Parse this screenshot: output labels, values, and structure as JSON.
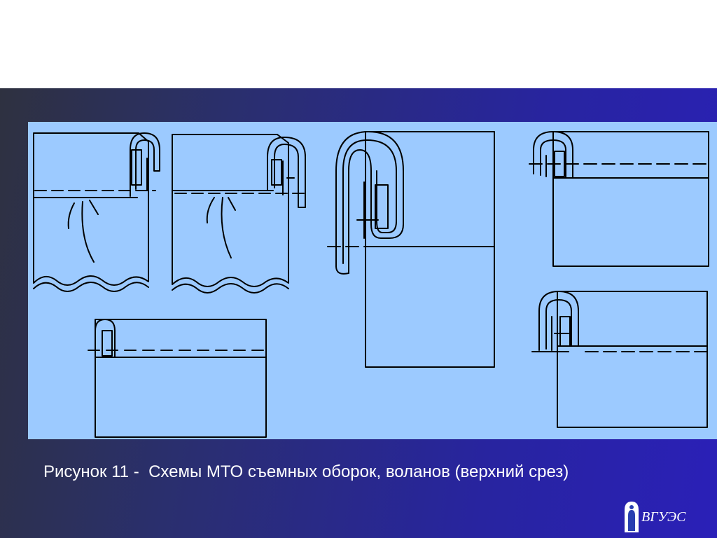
{
  "caption": "Рисунок 11 -  Схемы МТО съемных оборок, воланов (верхний срез)",
  "logo": {
    "text": "ВГУЭС",
    "icon": "university-figure-icon"
  },
  "colors": {
    "band": "#2a2f6e",
    "panel": "#9ccaff",
    "stroke": "#000000",
    "caption": "#ffffff"
  },
  "diagrams": [
    {
      "id": "ruffle-wavy-hem-1"
    },
    {
      "id": "ruffle-wavy-hem-2"
    },
    {
      "id": "large-fold-seam"
    },
    {
      "id": "top-fold-right-1"
    },
    {
      "id": "bottom-fold-left"
    },
    {
      "id": "top-fold-right-2"
    }
  ]
}
